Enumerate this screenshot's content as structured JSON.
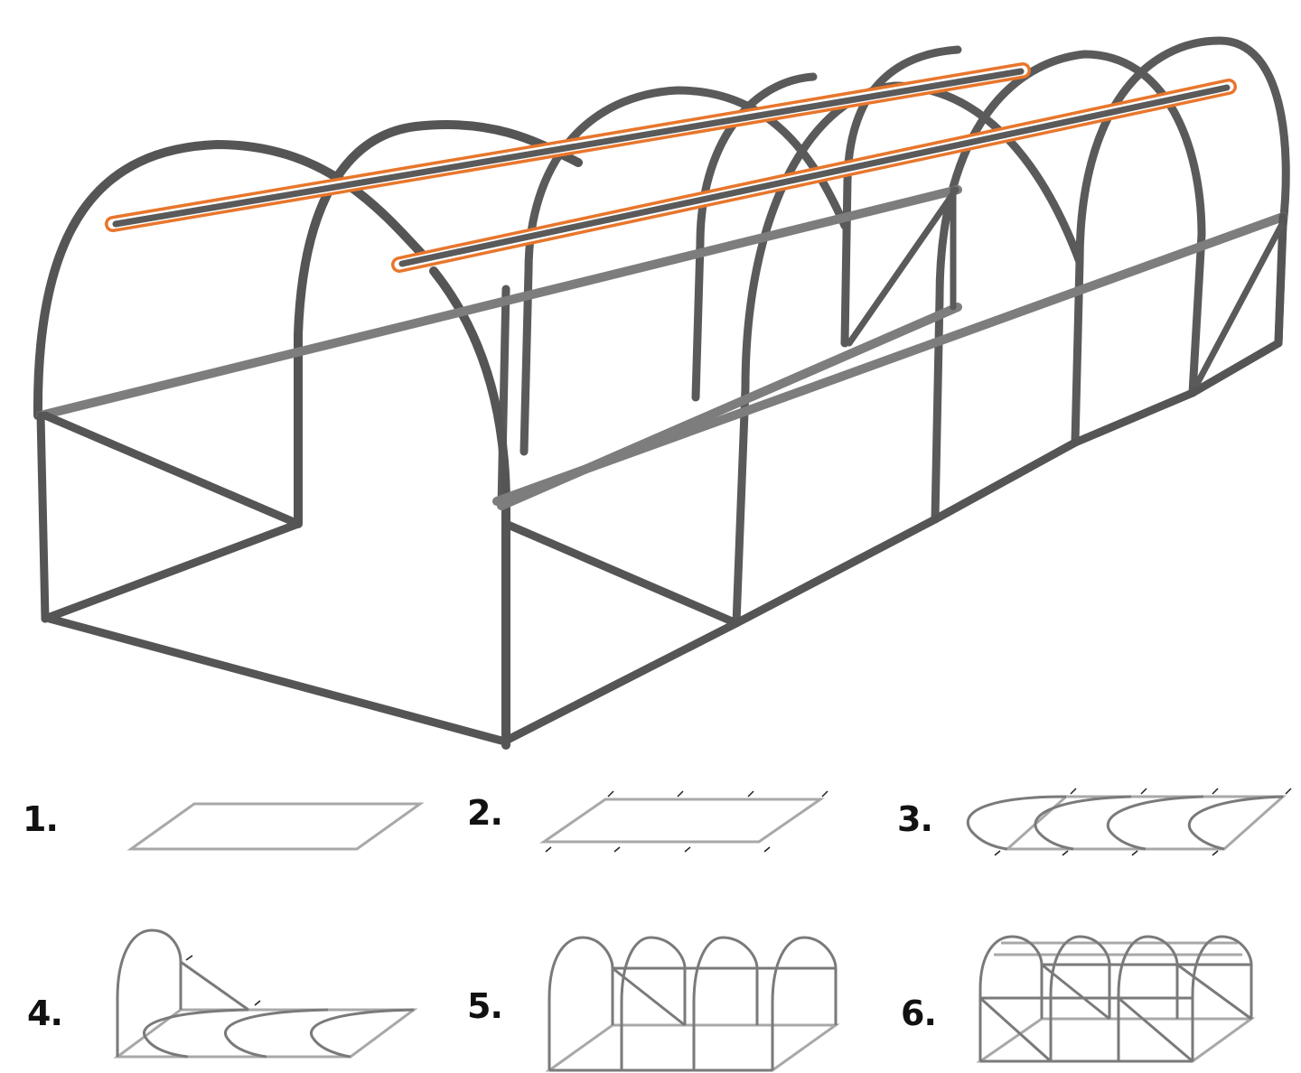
{
  "colors": {
    "tube": "#555555",
    "tube_light": "#8a8a8a",
    "tube_highlight": "#b8b8b8",
    "rail_highlight": "#e8762c",
    "step_line_dark": "#7a7a7a",
    "step_line_light": "#a8a8a8",
    "step_peg": "#222222",
    "background": "#ffffff"
  },
  "main_drawing": {
    "description": "Tunnel greenhouse frame, 5 arches, with two highlighted ridge rails",
    "arch_count": 5,
    "highlighted_parts": [
      "ridge-rail-upper",
      "ridge-rail-lower"
    ]
  },
  "steps": [
    {
      "number": "1.",
      "description": "Lay out rectangular base frame"
    },
    {
      "number": "2.",
      "description": "Anchor base with ground pegs"
    },
    {
      "number": "3.",
      "description": "Attach arches to base"
    },
    {
      "number": "4.",
      "description": "Raise first arch and brace"
    },
    {
      "number": "5.",
      "description": "Raise all arches with side rails"
    },
    {
      "number": "6.",
      "description": "Add ridge rails and diagonal braces"
    }
  ]
}
